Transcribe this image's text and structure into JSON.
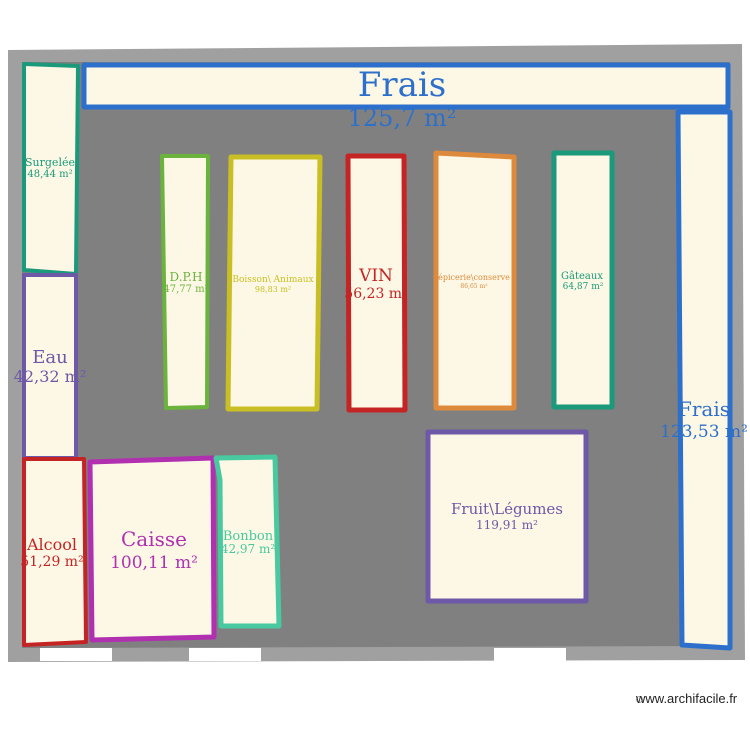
{
  "watermark": "www.archifacile.fr",
  "colors": {
    "wall": "#a0a0a0",
    "floor": "#808080",
    "room_fill": "#fdf8e5",
    "door": "#ffffff"
  },
  "rooms": {
    "frais_top": {
      "name": "Frais",
      "area": "125,7 m²",
      "color": "#2d70cc"
    },
    "frais_right": {
      "name": "Frais",
      "area": "123,53 m²",
      "color": "#2d70cc"
    },
    "surgelee": {
      "name": "Surgelée",
      "area": "48,44 m²",
      "color": "#1a9a7a"
    },
    "eau": {
      "name": "Eau",
      "area": "42,32 m²",
      "color": "#6e58a8"
    },
    "alcool": {
      "name": "Alcool",
      "area": "51,29 m²",
      "color": "#c42424"
    },
    "caisse": {
      "name": "Caisse",
      "area": "100,11 m²",
      "color": "#b030b0"
    },
    "bonbon": {
      "name": "Bonbon",
      "area": "42,97 m²",
      "color": "#48c9a0"
    },
    "dph": {
      "name": "D.P.H",
      "area": "47,77 m²",
      "color": "#6ab33c"
    },
    "boisson": {
      "name": "Boisson\\ Animaux",
      "area": "98,83 m²",
      "color": "#c9bf25"
    },
    "vin": {
      "name": "VIN",
      "area": "56,23 m²",
      "color": "#c42424"
    },
    "epicerie": {
      "name": "épicerie\\conserve",
      "area": "86,65 m²",
      "color": "#de8a3c"
    },
    "gateaux": {
      "name": "Gâteaux",
      "area": "64,87 m²",
      "color": "#1a9a7a"
    },
    "fruit": {
      "name": "Fruit\\Légumes",
      "area": "119,91 m²",
      "color": "#6e58a8"
    }
  }
}
